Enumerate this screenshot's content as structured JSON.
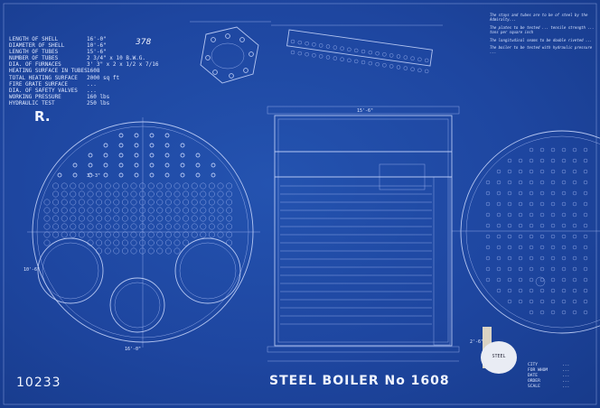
{
  "title": "STEEL BOILER No 1608",
  "sheet_number": "10233",
  "view_label": "R.",
  "handwritten_ref": "378",
  "spec_table": [
    {
      "label": "LENGTH OF SHELL",
      "value": "16'-0\""
    },
    {
      "label": "DIAMETER OF SHELL",
      "value": "10'-6\""
    },
    {
      "label": "LENGTH OF TUBES",
      "value": "15'-6\""
    },
    {
      "label": "NUMBER OF TUBES",
      "value": "2 3/4\" x 10 B.W.G."
    },
    {
      "label": "DIA. OF FURNACES",
      "value": "3' 3\" x 2 x 1/2 x 7/16"
    },
    {
      "label": "HEATING SURFACE IN TUBES",
      "value": "1608"
    },
    {
      "label": "TOTAL HEATING SURFACE",
      "value": "2000 sq ft"
    },
    {
      "label": "FIRE GRATE SURFACE",
      "value": "..."
    },
    {
      "label": "DIA. OF SAFETY VALVES",
      "value": "..."
    },
    {
      "label": "WORKING PRESSURE",
      "value": "160 lbs"
    },
    {
      "label": "HYDRAULIC TEST",
      "value": "250 lbs"
    }
  ],
  "notes": [
    "The stays and tubes are to be of steel by the Admiralty...",
    "The plates to be tested ... tensile strength ... tons per square inch",
    "The longitudinal seams to be double riveted ...",
    "The boiler to be tested with hydraulic pressure ..."
  ],
  "title_block": [
    {
      "label": "CITY",
      "value": "..."
    },
    {
      "label": "FOR WHOM",
      "value": "..."
    },
    {
      "label": "DATE",
      "value": "..."
    },
    {
      "label": "ORDER",
      "value": "..."
    },
    {
      "label": "SCALE",
      "value": "..."
    }
  ],
  "stamp_text": "STEEL",
  "dimension_labels": [
    "16'-0\"",
    "10'-6\"",
    "3'-3\"",
    "15'-6\"",
    "2'-6\""
  ]
}
